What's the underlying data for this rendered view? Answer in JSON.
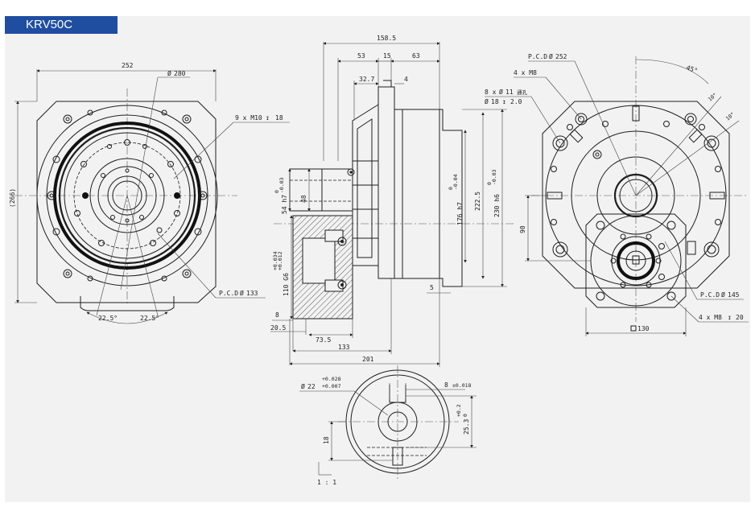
{
  "title": "KRV50C",
  "front_view": {
    "width": "252",
    "height": "(266)",
    "dia_280": "280",
    "tap_holes": "9 x M10",
    "tap_depth": "18",
    "pcd": "P.C.D",
    "pcd_value": "133",
    "angle_left": "22.5°",
    "angle_right": "22.5°"
  },
  "side_view": {
    "overall": "158.5",
    "d53": "53",
    "d15": "15",
    "d63": "63",
    "d32_7": "32.7",
    "d4": "4",
    "dia48": "48",
    "dia54": "54 h7",
    "dia54_tol_top": "0",
    "dia54_tol_bot": "-0.03",
    "dia110": "110 G6",
    "dia110_tol_top": "+0.034",
    "dia110_tol_bot": "+0.012",
    "dia176": "176 h7",
    "dia176_tol_top": "0",
    "dia176_tol_bot": "-0.04",
    "dia222": "222.5",
    "dia230": "230 h6",
    "dia230_tol_top": "0",
    "dia230_tol_bot": "-0.03",
    "d5": "5",
    "d8": "8",
    "d20_5": "20.5",
    "d73_5": "73.5",
    "d133": "133",
    "d201": "201"
  },
  "back_view": {
    "pcd": "P.C.D",
    "pcd_value": "252",
    "holes_m8": "4 x  M8",
    "holes_11": "8 x",
    "holes_11_dia": "11",
    "holes_11_note": "通孔",
    "cbore_dia": "18",
    "cbore_depth": "2.0",
    "angle_45": "45°",
    "angle_10a": "10°",
    "angle_10b": "10°",
    "d90": "90",
    "pcd2": "P.C.D",
    "pcd2_value": "145",
    "tap_m8": "4 x  M8",
    "tap_m8_depth": "20",
    "square": "130"
  },
  "shaft_view": {
    "dia22": "22",
    "dia22_tol_top": "+0.028",
    "dia22_tol_bot": "+0.007",
    "key": "8",
    "key_tol": "±0.018",
    "d25": "25.3",
    "d25_tol_top": "+0.2",
    "d25_tol_bot": "0",
    "d18": "18",
    "slope": "1 : 1"
  }
}
